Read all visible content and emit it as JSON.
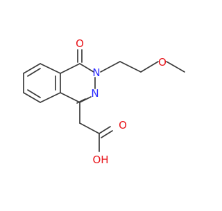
{
  "molecule": {
    "atom_labels": {
      "ketone_oxygen": "O",
      "ring_nitrogen_n3": "N",
      "ring_nitrogen_n2": "N",
      "ether_oxygen": "O",
      "carbonyl_oxygen": "O",
      "hydroxyl": "OH"
    },
    "colors": {
      "bond": "#3a3a3a",
      "oxygen": "#e8141a",
      "nitrogen": "#2c2cff",
      "background": "#ffffff"
    }
  }
}
